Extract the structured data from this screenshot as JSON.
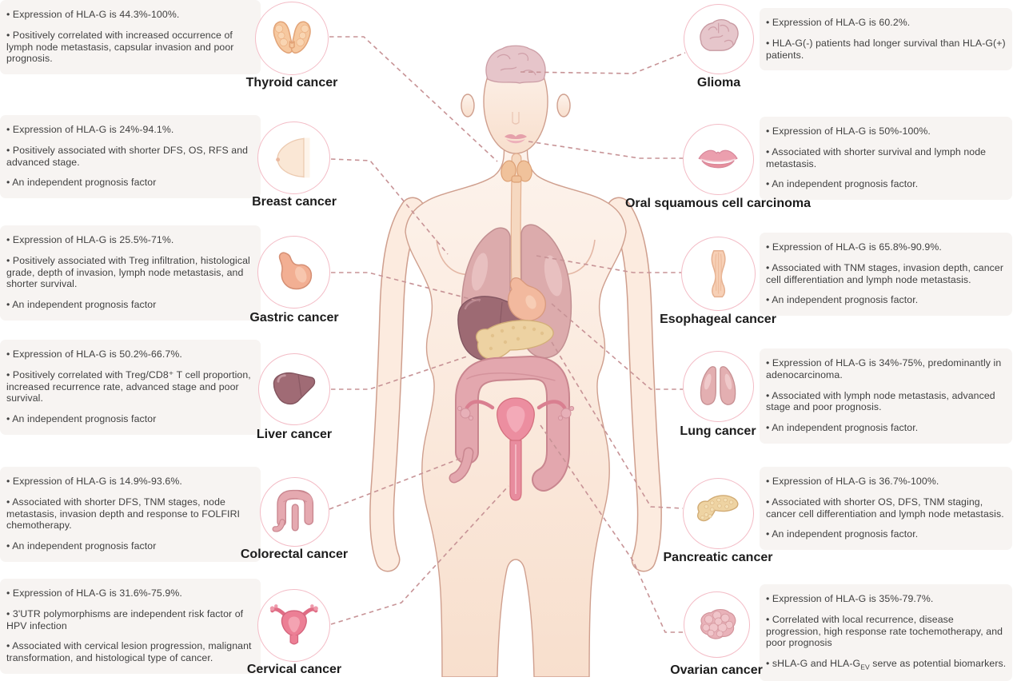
{
  "theme": {
    "background": "#ffffff",
    "panel_background": "#f7f4f2",
    "text_color": "#3f3f3f",
    "label_color": "#1c1c1c",
    "circle_stroke": "#f3bcc6",
    "dashed_line_color": "#c79396",
    "skin_color": "#fbe9dd",
    "skin_outline": "#cf9f8e"
  },
  "illustration": {
    "description": "Female human body with internal organs connected by dashed lines to cancer-type circles",
    "organs": [
      "brain",
      "lips",
      "thyroid",
      "esophagus",
      "lungs",
      "liver",
      "stomach",
      "pancreas",
      "colon",
      "uterus",
      "ovaries",
      "breast"
    ]
  },
  "cancers": [
    {
      "id": "thyroid",
      "name": "Thyroid cancer",
      "side": "left",
      "icon": "thyroid-icon",
      "bullets": [
        "• Expression of HLA-G is 44.3%-100%.",
        "• Positively correlated with increased occurrence of lymph node metastasis, capsular invasion and poor prognosis."
      ]
    },
    {
      "id": "breast",
      "name": "Breast cancer",
      "side": "left",
      "icon": "breast-icon",
      "bullets": [
        "• Expression of HLA-G is 24%-94.1%.",
        "• Positively associated with shorter DFS, OS, RFS and advanced stage.",
        "• An independent prognosis factor"
      ]
    },
    {
      "id": "gastric",
      "name": "Gastric cancer",
      "side": "left",
      "icon": "stomach-icon",
      "bullets": [
        "• Expression of HLA-G is 25.5%-71%.",
        "• Positively associated with Treg infiltration, histological grade, depth of invasion, lymph node metastasis, and shorter survival.",
        "• An independent prognosis factor"
      ]
    },
    {
      "id": "liver",
      "name": "Liver cancer",
      "side": "left",
      "icon": "liver-icon",
      "bullets": [
        "• Expression of HLA-G is 50.2%-66.7%.",
        "• Positively correlated with Treg/CD8⁺ T cell proportion, increased recurrence rate, advanced stage and poor survival.",
        "• An independent prognosis factor"
      ]
    },
    {
      "id": "colorectal",
      "name": "Colorectal cancer",
      "side": "left",
      "icon": "colon-icon",
      "bullets": [
        "• Expression of HLA-G is 14.9%-93.6%.",
        "• Associated with shorter DFS, TNM stages, node metastasis, invasion depth and response to FOLFIRI chemotherapy.",
        "• An independent prognosis factor"
      ]
    },
    {
      "id": "cervical",
      "name": "Cervical cancer",
      "side": "left",
      "icon": "uterus-icon",
      "bullets": [
        "• Expression of HLA-G is 31.6%-75.9%.",
        "• 3'UTR polymorphisms are independent risk factor of HPV infection",
        "• Associated with cervical lesion progression, malignant transformation, and histological type of cancer."
      ]
    },
    {
      "id": "glioma",
      "name": "Glioma",
      "side": "right",
      "icon": "brain-icon",
      "bullets": [
        "• Expression of HLA-G is 60.2%.",
        "• HLA-G(-) patients had longer survival than HLA-G(+) patients."
      ]
    },
    {
      "id": "oral",
      "name": "Oral squamous cell carcinoma",
      "side": "right",
      "icon": "lips-icon",
      "bullets": [
        "• Expression of HLA-G is 50%-100%.",
        "• Associated with shorter survival and lymph node metastasis.",
        "• An independent prognosis factor."
      ]
    },
    {
      "id": "esophageal",
      "name": "Esophageal cancer",
      "side": "right",
      "icon": "esophagus-icon",
      "bullets": [
        "• Expression of HLA-G is 65.8%-90.9%.",
        "• Associated with TNM stages, invasion depth, cancer cell differentiation and lymph node metastasis.",
        "• An independent prognosis factor."
      ]
    },
    {
      "id": "lung",
      "name": "Lung cancer",
      "side": "right",
      "icon": "lungs-icon",
      "bullets": [
        "• Expression of HLA-G is 34%-75%, predominantly in adenocarcinoma.",
        "• Associated with lymph node metastasis, advanced stage and poor prognosis.",
        "• An independent prognosis factor."
      ]
    },
    {
      "id": "pancreatic",
      "name": "Pancreatic cancer",
      "side": "right",
      "icon": "pancreas-icon",
      "bullets": [
        "• Expression of HLA-G is 36.7%-100%.",
        "• Associated with shorter OS, DFS, TNM staging, cancer cell differentiation and lymph node metastasis.",
        "• An independent prognosis factor."
      ]
    },
    {
      "id": "ovarian",
      "name": "Ovarian cancer",
      "side": "right",
      "icon": "ovary-tumor-icon",
      "bullets": [
        "• Expression of HLA-G is 35%-79.7%.",
        "• Correlated with local recurrence, disease progression, high response rate tochemotherapy, and poor prognosis"
      ],
      "b3_pre": "• sHLA-G and HLA-G",
      "b3_sub": "EV",
      "b3_post": " serve as potential biomarkers."
    }
  ]
}
